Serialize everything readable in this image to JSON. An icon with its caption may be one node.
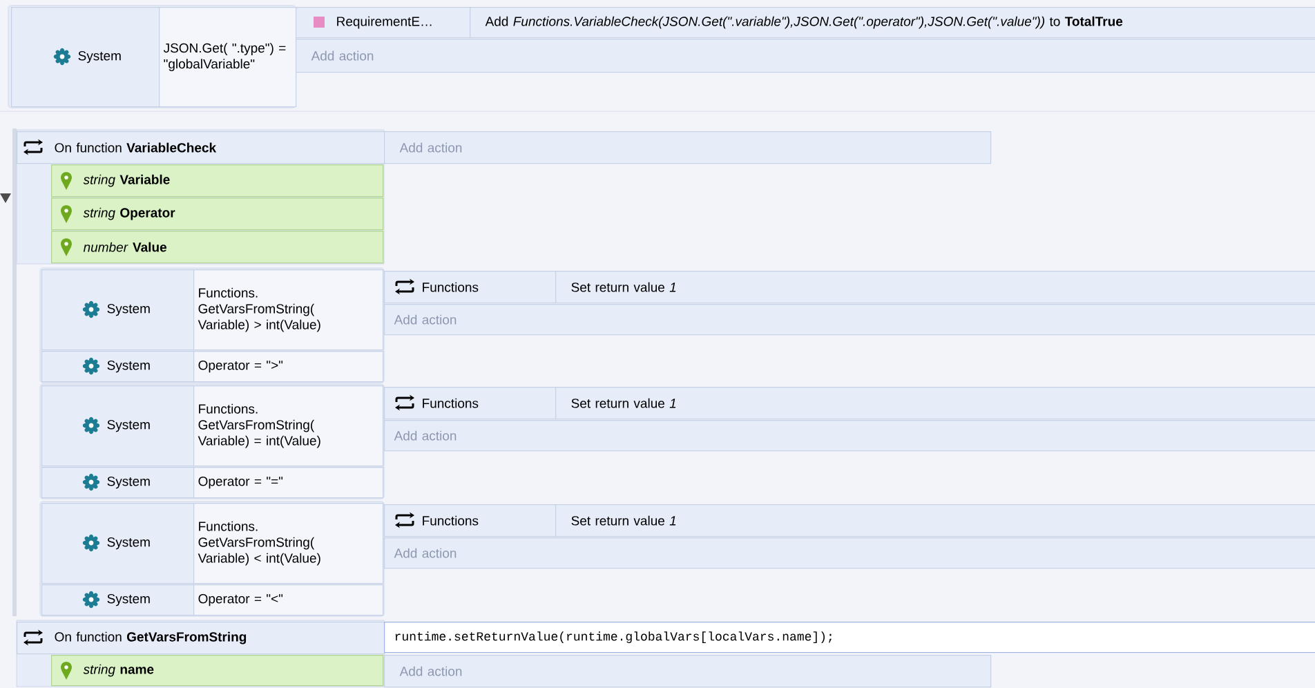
{
  "diagram": {
    "nodes": [
      {
        "text": [
          "System"
        ]
      },
      {
        "text": [
          "JSON.Get( \".type\") = \"globalVariable\""
        ]
      },
      {
        "text": [
          "RequirementE…"
        ]
      },
      {
        "text": [
          "Add *Functions.VariableCheck(JSON.Get(\".variable\"),JSON.Get(\".operator\"),JSON.Get(\".value\"))* to **TotalTrue**"
        ]
      },
      {
        "text": [
          "Add action"
        ]
      },
      {
        "text": [
          "On function **VariableCheck**"
        ]
      },
      {
        "text": [
          "*string* **Variable**"
        ]
      },
      {
        "text": [
          "*string* **Operator**"
        ]
      },
      {
        "text": [
          "*number* **Value**"
        ]
      },
      {
        "text": [
          "Add action"
        ]
      },
      {
        "text": [
          "System"
        ]
      },
      {
        "text": [
          "Functions. GetVarsFromString( Variable) > int(Value)"
        ]
      },
      {
        "text": [
          "System"
        ]
      },
      {
        "text": [
          "Operator = \">\""
        ]
      },
      {
        "text": [
          "Functions"
        ]
      },
      {
        "text": [
          "Set return value *1*"
        ]
      },
      {
        "text": [
          "Add action"
        ]
      },
      {
        "text": [
          "System"
        ]
      },
      {
        "text": [
          "Functions. GetVarsFromString( Variable) = int(Value)"
        ]
      },
      {
        "text": [
          "System"
        ]
      },
      {
        "text": [
          "Operator = \"=\""
        ]
      },
      {
        "text": [
          "Functions"
        ]
      },
      {
        "text": [
          "Set return value *1*"
        ]
      },
      {
        "text": [
          "Add action"
        ]
      },
      {
        "text": [
          "System"
        ]
      },
      {
        "text": [
          "Functions. GetVarsFromString( Variable) < int(Value)"
        ]
      },
      {
        "text": [
          "System"
        ]
      },
      {
        "text": [
          "Operator = \"<\""
        ]
      },
      {
        "text": [
          "Functions"
        ]
      },
      {
        "text": [
          "Set return value *1*"
        ]
      },
      {
        "text": [
          "Add action"
        ]
      },
      {
        "text": [
          "On function **GetVarsFromString**"
        ]
      },
      {
        "text": [
          "*string* **name**"
        ]
      },
      {
        "text": [
          "runtime.setReturnValue(runtime.globalVars[localVars.name]);"
        ]
      },
      {
        "text": [
          "Add action"
        ]
      }
    ]
  }
}
